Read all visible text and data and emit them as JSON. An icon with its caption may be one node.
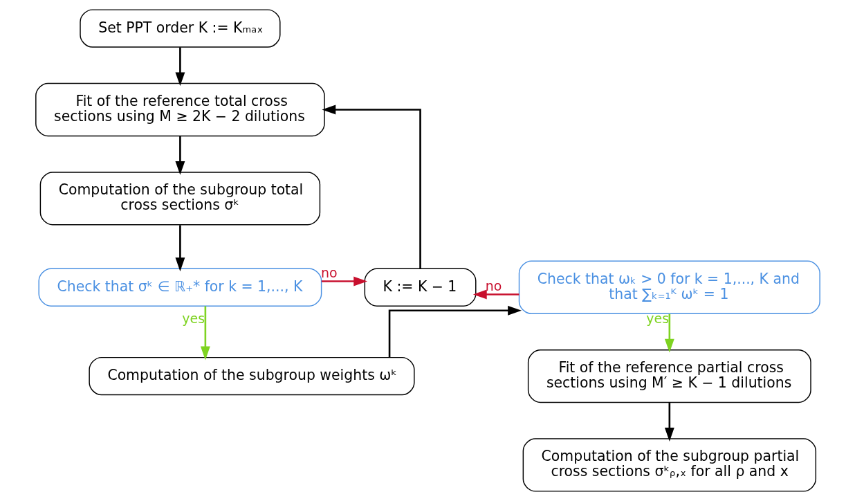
{
  "diagram": {
    "nodes": [
      {
        "text": [
          "Set PPT order K := Kₘₐₓ"
        ]
      },
      {
        "text": [
          "Fit of the reference total cross sections using M ≥ 2K − 2 dilutions"
        ]
      },
      {
        "text": [
          "Computation of the subgroup total cross sections σᵏ"
        ]
      },
      {
        "text": [
          "Check that σᵏ ∈ ℝ₊* for k = 1,..., K"
        ]
      },
      {
        "text": [
          "K := K − 1"
        ]
      },
      {
        "text": [
          "Computation of the subgroup weights ωᵏ"
        ]
      },
      {
        "text": [
          "Check that ωₖ > 0 for k = 1,..., K and that ∑ₖ₌₁ᴷ ωᵏ = 1"
        ]
      },
      {
        "text": [
          "Fit of the reference partial cross sections using M′ ≥ K − 1 dilutions"
        ]
      },
      {
        "text": [
          "Computation of the subgroup partial cross sections σᵏᵨ,ₓ for all ρ and x"
        ]
      }
    ],
    "edges": [
      {
        "from": 0,
        "to": 1,
        "arrow": "to"
      },
      {
        "from": 1,
        "to": 2,
        "arrow": "to"
      },
      {
        "from": 2,
        "to": 3,
        "arrow": "to"
      },
      {
        "from": 3,
        "to": 4,
        "arrow": "to",
        "label": "no",
        "color": "#c8102e"
      },
      {
        "from": 6,
        "to": 4,
        "arrow": "to",
        "label": "no",
        "color": "#c8102e"
      },
      {
        "from": 4,
        "to": 1,
        "arrow": "to"
      },
      {
        "from": 3,
        "to": 5,
        "arrow": "to",
        "label": "yes",
        "color": "#7ed321"
      },
      {
        "from": 5,
        "to": 6,
        "arrow": "to"
      },
      {
        "from": 6,
        "to": 7,
        "arrow": "to",
        "label": "yes",
        "color": "#7ed321"
      },
      {
        "from": 7,
        "to": 8,
        "arrow": "to"
      }
    ]
  }
}
